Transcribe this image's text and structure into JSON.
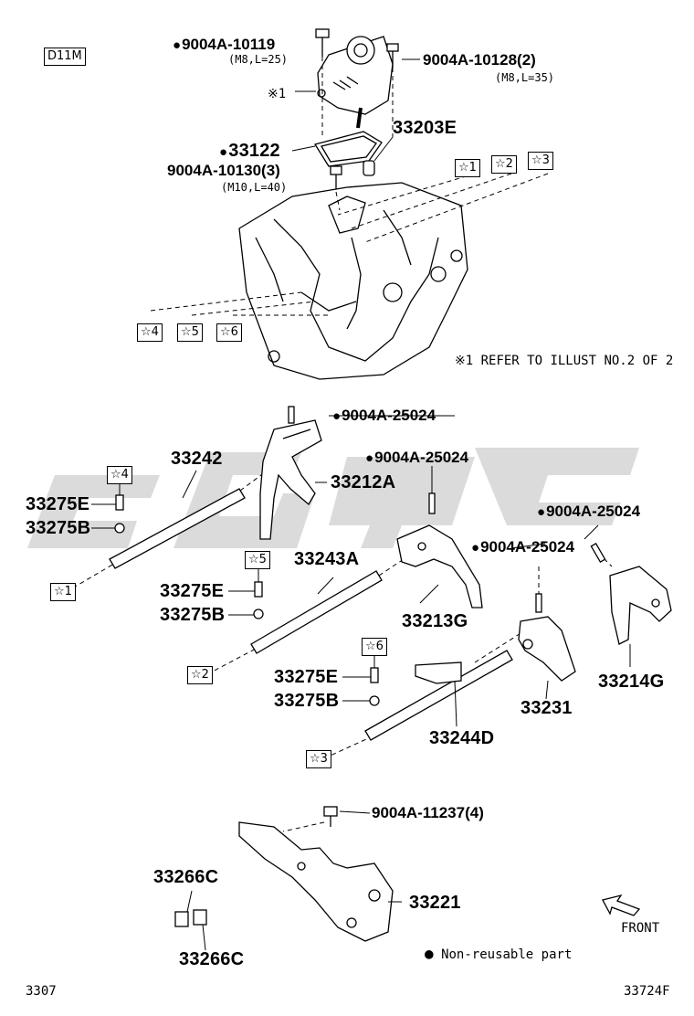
{
  "model_code": "D11M",
  "page_number": "3307",
  "figure_code": "33724F",
  "refer_note": "※1 REFER TO ILLUST NO.2 OF 2",
  "front_label": "FRONT",
  "legend": {
    "symbol": "●",
    "text": "Non-reusable part"
  },
  "callouts": {
    "ref1": "※1",
    "b1": {
      "part": "9004A-10119",
      "spec": "(M8,L=25)"
    },
    "b2": {
      "part": "9004A-10128(2)",
      "spec": "(M8,L=35)"
    },
    "b3": {
      "part": "9004A-10130(3)",
      "spec": "(M10,L=40)"
    },
    "gasket": "33122",
    "pin": "33203E",
    "p25024_1": "9004A-25024",
    "p25024_2": "9004A-25024",
    "p25024_3": "9004A-25024",
    "p25024_4": "9004A-25024",
    "rod1": "33242",
    "fork1": "33212A",
    "e1": "33275E",
    "b1ball": "33275B",
    "rod2": "33243A",
    "e2": "33275E",
    "b2ball": "33275B",
    "fork2": "33213G",
    "fork3": "33214G",
    "e3": "33275E",
    "b3ball": "33275B",
    "rod3": "33244D",
    "lever": "33231",
    "bolt4": "9004A-11237(4)",
    "bracket": "33221",
    "clip1": "33266C",
    "clip2": "33266C"
  },
  "star_tags": [
    "☆1",
    "☆2",
    "☆3",
    "☆4",
    "☆5",
    "☆6"
  ]
}
